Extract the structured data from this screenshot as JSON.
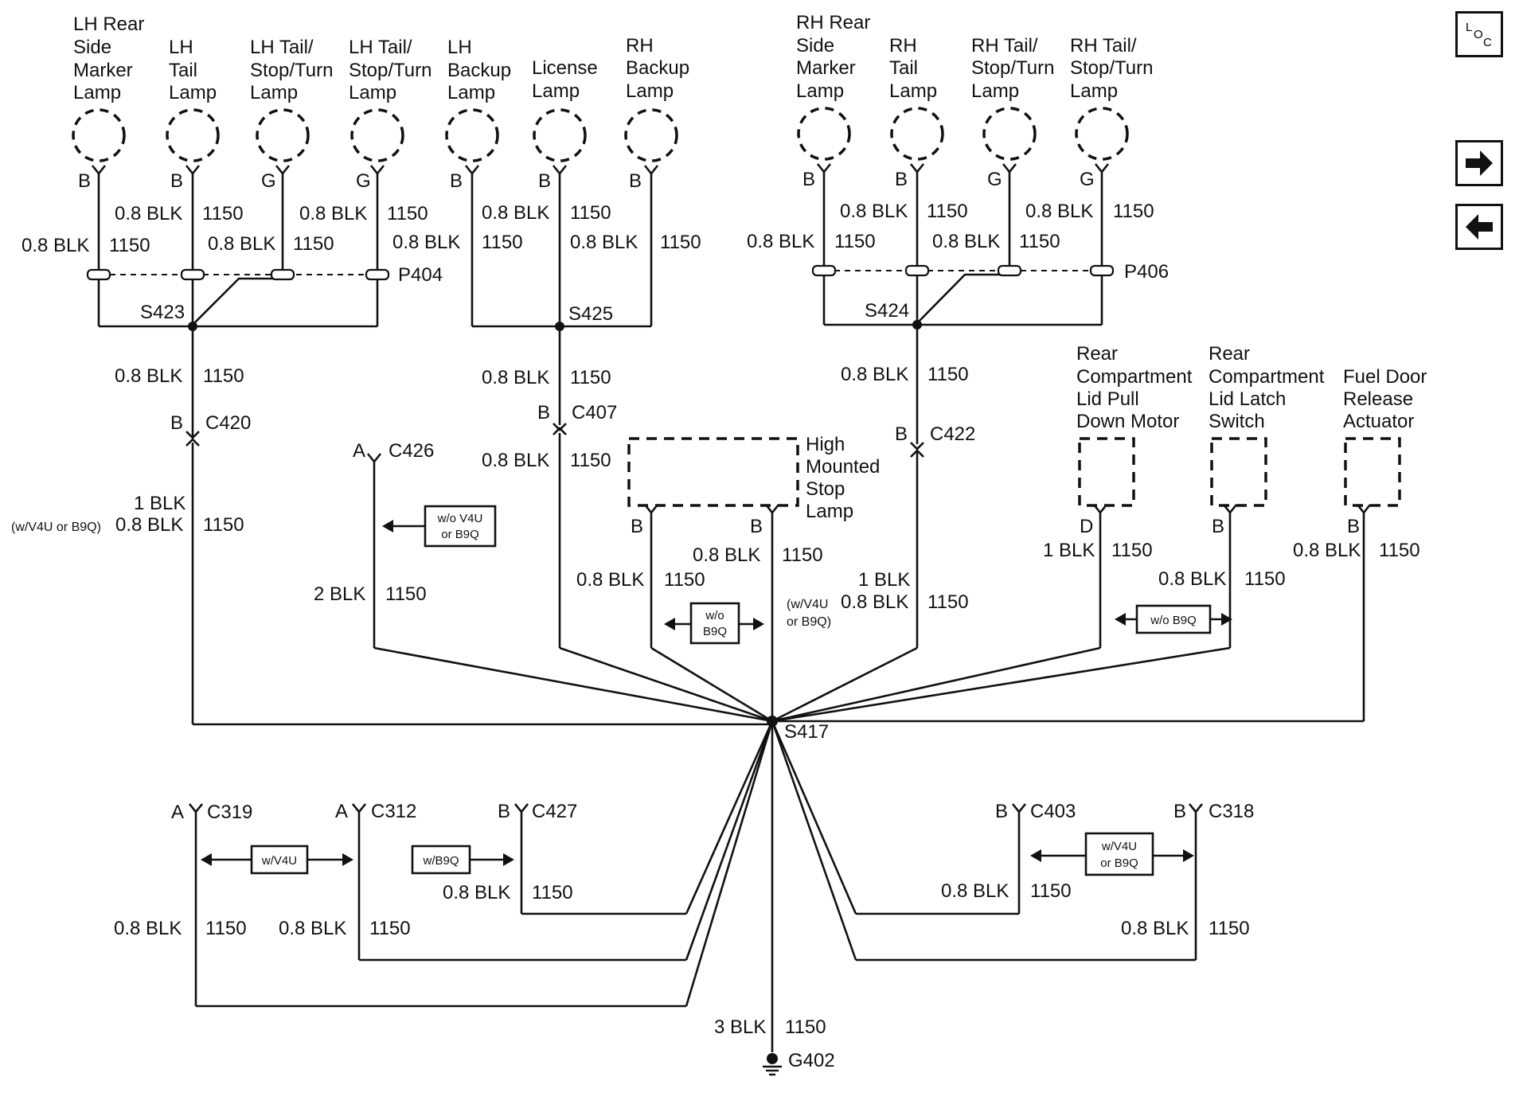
{
  "lamps": {
    "lh_rear_side_marker": [
      "LH Rear",
      "Side",
      "Marker",
      "Lamp"
    ],
    "lh_tail": [
      "LH",
      "Tail",
      "Lamp"
    ],
    "lh_tail_stop_turn_1": [
      "LH Tail/",
      "Stop/Turn",
      "Lamp"
    ],
    "lh_tail_stop_turn_2": [
      "LH Tail/",
      "Stop/Turn",
      "Lamp"
    ],
    "lh_backup": [
      "LH",
      "Backup",
      "Lamp"
    ],
    "license": [
      "License",
      "Lamp"
    ],
    "rh_backup": [
      "RH",
      "Backup",
      "Lamp"
    ],
    "rh_rear_side_marker": [
      "RH Rear",
      "Side",
      "Marker",
      "Lamp"
    ],
    "rh_tail": [
      "RH",
      "Tail",
      "Lamp"
    ],
    "rh_tail_stop_turn_1": [
      "RH Tail/",
      "Stop/Turn",
      "Lamp"
    ],
    "rh_tail_stop_turn_2": [
      "RH Tail/",
      "Stop/Turn",
      "Lamp"
    ]
  },
  "components": {
    "high_mounted_stop": [
      "High",
      "Mounted",
      "Stop",
      "Lamp"
    ],
    "rear_lid_pull_down_motor": [
      "Rear",
      "Compartment",
      "Lid Pull",
      "Down Motor"
    ],
    "rear_lid_latch_switch": [
      "Rear",
      "Compartment",
      "Lid Latch",
      "Switch"
    ],
    "fuel_door_release": [
      "Fuel Door",
      "Release",
      "Actuator"
    ]
  },
  "pins": {
    "B": "B",
    "G": "G",
    "A": "A",
    "D": "D"
  },
  "wire": {
    "w08": "0.8 BLK",
    "w1": "1 BLK",
    "w2": "2 BLK",
    "w3": "3 BLK",
    "circuit": "1150",
    "alt_v4u_b9q": "(w/V4U or B9Q)",
    "alt_v4u": "(w/V4U",
    "alt_b9q": "or B9Q)"
  },
  "connectors": {
    "p404": "P404",
    "p406": "P406",
    "s423": "S423",
    "s425": "S425",
    "s424": "S424",
    "s417": "S417",
    "c420": "C420",
    "c407": "C407",
    "c422": "C422",
    "c426": "C426",
    "c319": "C319",
    "c312": "C312",
    "c427": "C427",
    "c403": "C403",
    "c318": "C318",
    "g402": "G402"
  },
  "options": {
    "wo_v4u_b9q": [
      "w/o V4U",
      "or B9Q"
    ],
    "wo_b9q_split": [
      "w/o",
      "B9Q"
    ],
    "wo_b9q": "w/o B9Q",
    "w_v4u": "w/V4U",
    "w_b9q": "w/B9Q",
    "w_v4u_b9q": [
      "w/V4U",
      "or B9Q"
    ]
  },
  "nav": {
    "loc": [
      "L",
      "O",
      "C"
    ],
    "next_icon": "arrow-right-icon",
    "prev_icon": "arrow-left-icon"
  }
}
